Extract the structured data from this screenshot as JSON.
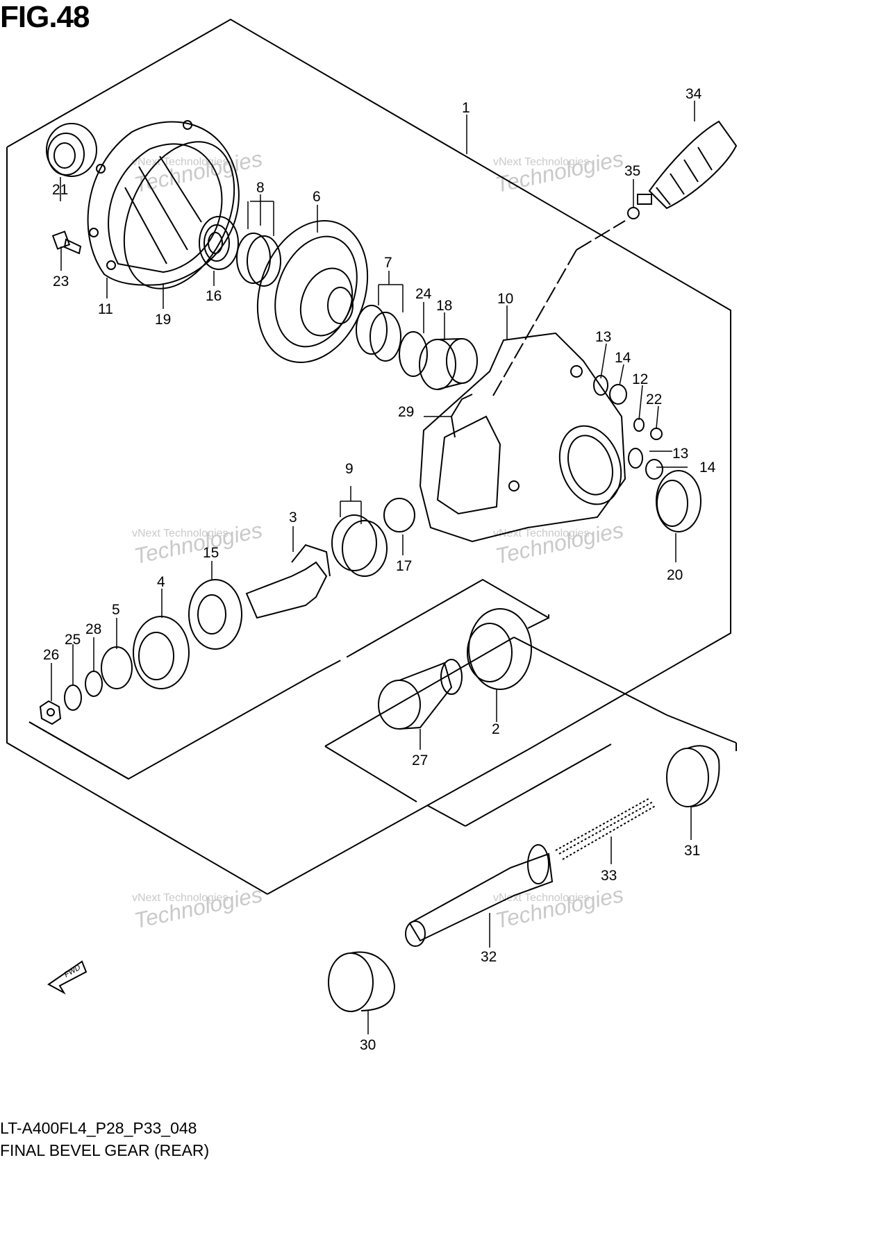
{
  "figure_label": "FIG.48",
  "footer": {
    "code": "LT-A400FL4_P28_P33_048",
    "title": "FINAL BEVEL GEAR (REAR)"
  },
  "watermark": {
    "small": "vNext Technologies",
    "big": "Technologies"
  },
  "fwd_label": "FWD",
  "callouts": [
    "1",
    "2",
    "3",
    "4",
    "5",
    "6",
    "7",
    "8",
    "9",
    "10",
    "11",
    "12",
    "13",
    "13",
    "14",
    "14",
    "15",
    "16",
    "17",
    "18",
    "19",
    "20",
    "21",
    "22",
    "23",
    "24",
    "25",
    "26",
    "27",
    "28",
    "29",
    "30",
    "31",
    "32",
    "33",
    "34",
    "35"
  ]
}
